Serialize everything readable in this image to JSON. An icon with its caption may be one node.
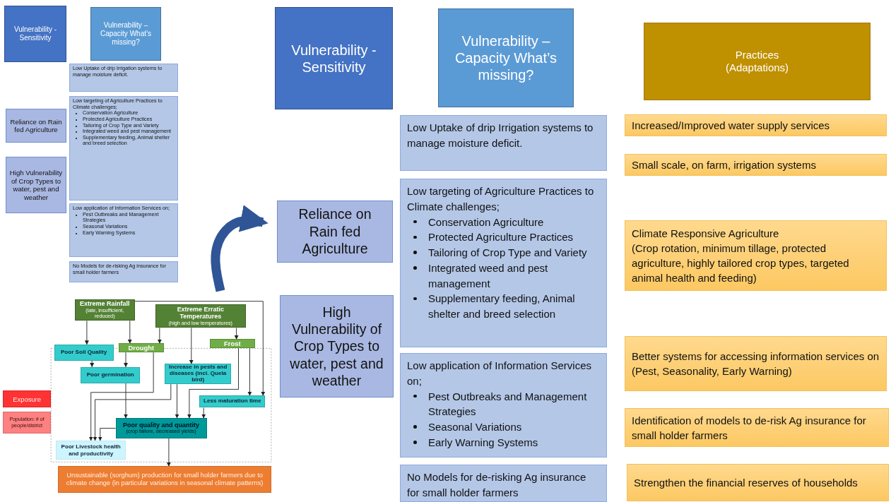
{
  "diagram": {
    "nodes": [
      {
        "text": [
          "Vulnerability - Sensitivity"
        ]
      },
      {
        "text": [
          "Vulnerability – Capacity What’s missing?"
        ]
      },
      {
        "text": [
          "Practices (Adaptations)"
        ]
      },
      {
        "text": [
          "Reliance on Rain fed Agriculture"
        ]
      },
      {
        "text": [
          "High Vulnerability of Crop Types to water, pest and weather"
        ]
      },
      {
        "text": [
          "Low Uptake of drip Irrigation systems to manage moisture deficit."
        ]
      },
      {
        "text": [
          "Low targeting of Agriculture Practices to Climate challenges;",
          "Conservation Agriculture",
          "Protected Agriculture Practices",
          "Tailoring of Crop Type and Variety",
          "Integrated weed and pest management",
          "Supplementary feeding, Animal shelter and breed selection"
        ]
      },
      {
        "text": [
          "Low application of Information Services on;",
          "Pest Outbreaks and Management Strategies",
          "Seasonal Variations",
          "Early Warning Systems"
        ]
      },
      {
        "text": [
          "No Models for de-risking Ag insurance for small holder farmers"
        ]
      },
      {
        "text": [
          "Increased/Improved water supply services"
        ]
      },
      {
        "text": [
          "Small scale, on farm, irrigation systems"
        ]
      },
      {
        "text": [
          "Climate Responsive Agriculture",
          "(Crop rotation, minimum tillage, protected agriculture, highly tailored crop types, targeted animal health and feeding)"
        ]
      },
      {
        "text": [
          "Better systems for accessing information services on",
          "(Pest, Seasonality, Early Warning)"
        ]
      },
      {
        "text": [
          "Identification of models to de-risk Ag insurance for small holder farmers"
        ]
      },
      {
        "text": [
          "Strengthen the financial reserves of households"
        ]
      },
      {
        "text": [
          "Extreme Rainfall",
          "(late, insufficient, reduced)"
        ]
      },
      {
        "text": [
          "Extreme Erratic Temperatures",
          "(high and low temperatures)"
        ]
      },
      {
        "text": [
          "Drought"
        ]
      },
      {
        "text": [
          "Frost"
        ]
      },
      {
        "text": [
          "Poor Soil Quality"
        ]
      },
      {
        "text": [
          "Poor germination"
        ]
      },
      {
        "text": [
          "Increase in pests and diseases (incl. Quela bird)"
        ]
      },
      {
        "text": [
          "Less maturation time"
        ]
      },
      {
        "text": [
          "Poor quality and quantity",
          "(crop failure, decreased yields)"
        ]
      },
      {
        "text": [
          "Poor Livestock health and productivity"
        ]
      },
      {
        "text": [
          "Unsustainable (sorghum) production for small holder farmers due to climate change (in particular variations in seasonal climate patterns)"
        ]
      },
      {
        "text": [
          "Exposure"
        ]
      },
      {
        "text": [
          "Population: # of people/district"
        ]
      },
      {
        "text": [
          "Vulnerability - Sensitivity"
        ]
      },
      {
        "text": [
          "Vulnerability – Capacity What’s missing?"
        ]
      },
      {
        "text": [
          "Low Uptake of drip Irrigation systems to manage moisture deficit."
        ]
      },
      {
        "text": [
          "Low targeting of Agriculture Practices to Climate challenges;",
          "Conservation Agriculture",
          "Protected Agriculture Practices",
          "Tailoring of Crop Type and Variety",
          "Integrated weed and pest management",
          "Supplementary feeding, Animal shelter and breed selection"
        ]
      },
      {
        "text": [
          "Reliance on Rain fed Agriculture"
        ]
      },
      {
        "text": [
          "High Vulnerability of Crop Types to water, pest and weather"
        ]
      },
      {
        "text": [
          "Low application of Information Services on;",
          "Pest Outbreaks and Management Strategies",
          "Seasonal Variations",
          "Early Warning Systems"
        ]
      },
      {
        "text": [
          "No Models for de-risking Ag insurance for small holder farmers"
        ]
      }
    ],
    "edges": [
      {
        "from": 15,
        "to": 19,
        "arrow": "to"
      },
      {
        "from": 15,
        "to": 17,
        "arrow": "to"
      },
      {
        "from": 15,
        "to": 22,
        "arrow": "to"
      },
      {
        "from": 16,
        "to": 17,
        "arrow": "to"
      },
      {
        "from": 16,
        "to": 21,
        "arrow": "to"
      },
      {
        "from": 16,
        "to": 18,
        "arrow": "to"
      },
      {
        "from": 19,
        "to": 20,
        "arrow": "to"
      },
      {
        "from": 17,
        "to": 20,
        "arrow": "to"
      },
      {
        "from": 17,
        "to": 24,
        "arrow": "to"
      },
      {
        "from": 20,
        "to": 23,
        "arrow": "to"
      },
      {
        "from": 21,
        "to": 23,
        "arrow": "to"
      },
      {
        "from": 21,
        "to": 24,
        "arrow": "to"
      },
      {
        "from": 18,
        "to": 23,
        "arrow": "to"
      },
      {
        "from": 18,
        "to": 22,
        "arrow": "to"
      },
      {
        "from": 22,
        "to": 23,
        "arrow": "to"
      },
      {
        "from": 23,
        "to": 24,
        "arrow": "to"
      },
      {
        "from": 23,
        "to": 25,
        "arrow": "to"
      },
      {
        "from": null,
        "to": 3,
        "arrow": "to",
        "style": "thick",
        "color": "#2f5597"
      }
    ]
  }
}
